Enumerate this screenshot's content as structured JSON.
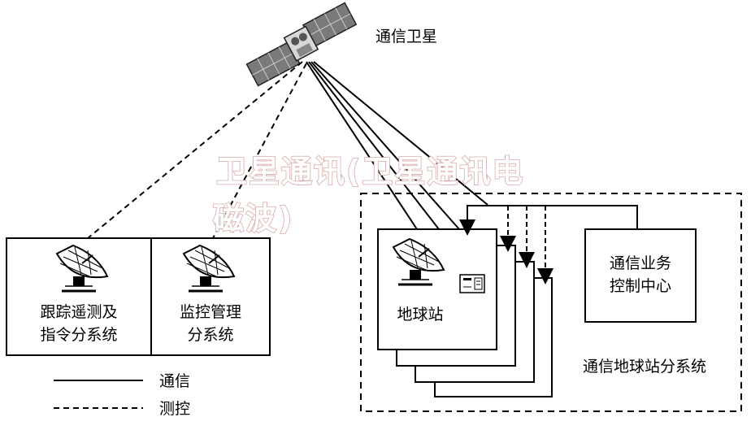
{
  "diagram": {
    "satellite_label": "通信卫星",
    "tracking_box": {
      "line1": "跟踪遥测及",
      "line2": "指令分系统"
    },
    "monitor_box": {
      "line1": "监控管理",
      "line2": "分系统"
    },
    "earth_station_label": "地球站",
    "service_center": {
      "line1": "通信业务",
      "line2": "控制中心"
    },
    "subsystem_label": "通信地球站分系统",
    "legend": {
      "solid": "通信",
      "dashed": "测控"
    },
    "watermark": {
      "line1": "卫星通讯(卫星通讯电",
      "line2": "磁波)"
    }
  }
}
